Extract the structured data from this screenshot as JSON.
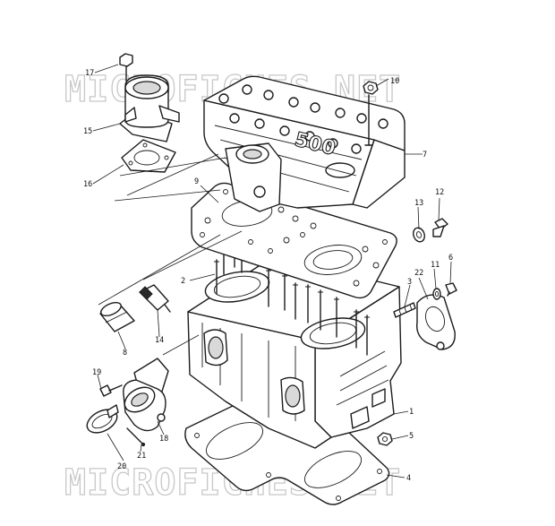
{
  "watermark": {
    "text_top": "MICROFICHES.NET",
    "text_bottom": "MICROFICHES.NET"
  },
  "cover_label": "500",
  "callouts": [
    {
      "id": "c1",
      "label": "1"
    },
    {
      "id": "c2",
      "label": "2"
    },
    {
      "id": "c3",
      "label": "3"
    },
    {
      "id": "c4",
      "label": "4"
    },
    {
      "id": "c5",
      "label": "5"
    },
    {
      "id": "c6",
      "label": "6"
    },
    {
      "id": "c7",
      "label": "7"
    },
    {
      "id": "c8",
      "label": "8"
    },
    {
      "id": "c9",
      "label": "9"
    },
    {
      "id": "c10",
      "label": "10"
    },
    {
      "id": "c11",
      "label": "11"
    },
    {
      "id": "c12",
      "label": "12"
    },
    {
      "id": "c13",
      "label": "13"
    },
    {
      "id": "c14",
      "label": "14"
    },
    {
      "id": "c15",
      "label": "15"
    },
    {
      "id": "c16",
      "label": "16"
    },
    {
      "id": "c17",
      "label": "17"
    },
    {
      "id": "c18",
      "label": "18"
    },
    {
      "id": "c19",
      "label": "19"
    },
    {
      "id": "c20",
      "label": "20"
    },
    {
      "id": "c21",
      "label": "21"
    },
    {
      "id": "c22",
      "label": "22"
    }
  ]
}
